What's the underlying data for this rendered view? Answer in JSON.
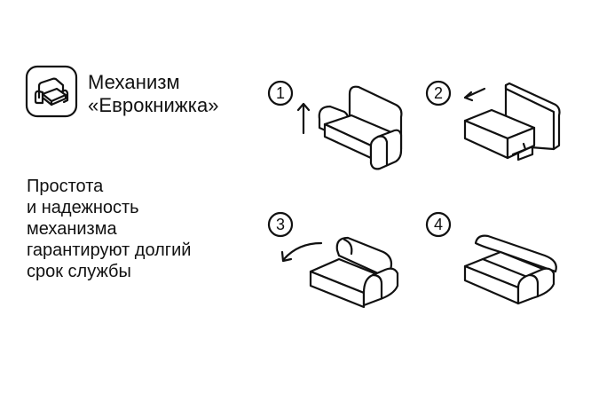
{
  "header": {
    "title_lines": [
      "Механизм",
      "«Еврокнижка»"
    ],
    "logo_icon": "sofa-icon"
  },
  "description": {
    "lines": [
      "Простота",
      "и надежность",
      "механизма",
      "гарантируют долгий",
      "срок службы"
    ]
  },
  "steps": [
    {
      "number": "1",
      "direction": "up-arrow-icon"
    },
    {
      "number": "2",
      "direction": "left-arrow-icon"
    },
    {
      "number": "3",
      "direction": "curved-arrow-icon"
    },
    {
      "number": "4",
      "direction": ""
    }
  ],
  "colors": {
    "ink": "#111111",
    "background": "#ffffff"
  }
}
